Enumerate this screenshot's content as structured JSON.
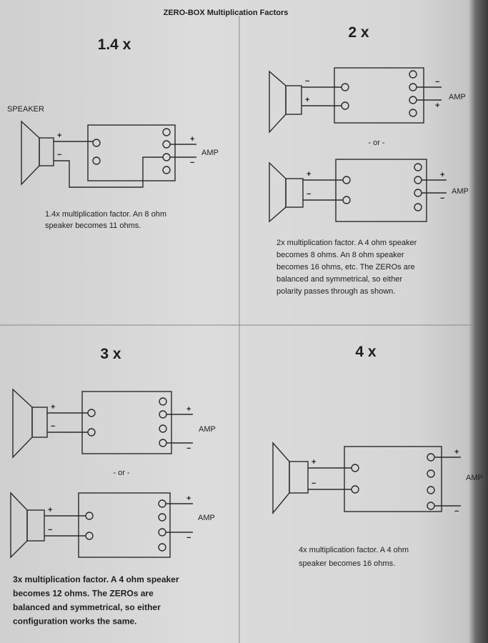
{
  "title": "ZERO-BOX Multiplication Factors",
  "speaker_label": "SPEAKER",
  "or_label": "- or -",
  "sections": [
    {
      "factor": "1.4 x",
      "caption": [
        "1.4x multiplication factor. An 8 ohm",
        "speaker becomes 11 ohms."
      ]
    },
    {
      "factor": "2 x",
      "caption": [
        "2x multiplication factor. A 4 ohm speaker",
        "becomes 8 ohms. An 8 ohm speaker",
        "becomes 16 ohms, etc. The ZEROs are",
        "balanced and symmetrical, so either",
        "polarity passes through as shown."
      ]
    },
    {
      "factor": "3 x",
      "caption": [
        "3x multiplication factor. A 4 ohm speaker",
        "becomes 12 ohms. The ZEROs are",
        "balanced and symmetrical, so either",
        "configuration works the same."
      ]
    },
    {
      "factor": "4 x",
      "caption": [
        "4x multiplication factor. A 4 ohm",
        "speaker becomes 16 ohms."
      ]
    }
  ],
  "diagrams": [
    {
      "id": "d14",
      "speaker_pos": "+",
      "speaker_neg": "−",
      "amp_top": "+",
      "amp_bottom": "−",
      "amp": "AMP"
    },
    {
      "id": "d2a",
      "speaker_pos": "−",
      "speaker_neg": "+",
      "amp_top": "−",
      "amp_bottom": "+",
      "amp": "AMP"
    },
    {
      "id": "d2b",
      "speaker_pos": "+",
      "speaker_neg": "−",
      "amp_top": "+",
      "amp_bottom": "−",
      "amp": "AMP"
    },
    {
      "id": "d3a",
      "speaker_pos": "+",
      "speaker_neg": "−",
      "amp_top": "+",
      "amp_bottom": "−",
      "amp": "AMP"
    },
    {
      "id": "d3b",
      "speaker_pos": "+",
      "speaker_neg": "−",
      "amp_top": "+",
      "amp_bottom": "−",
      "amp": "AMP"
    },
    {
      "id": "d4",
      "speaker_pos": "+",
      "speaker_neg": "−",
      "amp_top": "+",
      "amp_bottom": "−",
      "amp": "AMP"
    }
  ]
}
